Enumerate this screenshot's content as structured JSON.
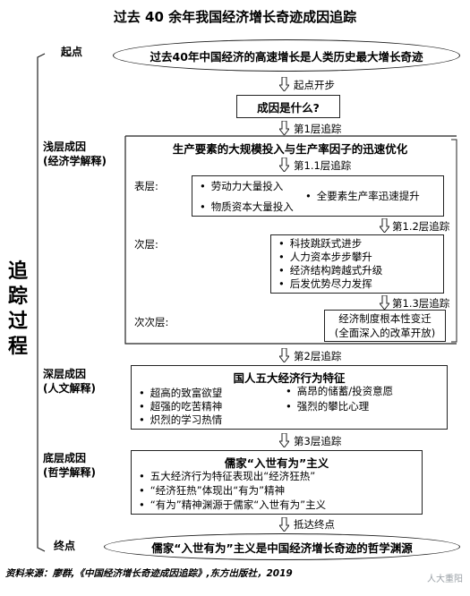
{
  "title": "过去 40 余年我国经济增长奇迹成因追踪",
  "side_label": "追踪过程",
  "rows": {
    "start": "起点",
    "shallow": "浅层成因",
    "shallow_sub": "(经济学解释)",
    "deep": "深层成因",
    "deep_sub": "(人文解释)",
    "bottom": "底层成因",
    "bottom_sub": "(哲学解释)",
    "end": "终点"
  },
  "start_oval": "过去40年中国经济的高速增长是人类历史最大增长奇迹",
  "arrow_labels": {
    "a1": "起点开步",
    "a2": "第1层追踪",
    "a3": "第1.1层追踪",
    "a4": "第1.2层追踪",
    "a5": "第1.3层追踪",
    "a6": "第2层追踪",
    "a7": "第3层追踪",
    "a8": "抵达终点"
  },
  "question_box": "成因是什么?",
  "shallow_box": {
    "header": "生产要素的大规模投入与生产率因子的迅速优化",
    "level1_label": "表层:",
    "level1_items": [
      "劳动力大量投入",
      "全要素生产率迅速提升",
      "物质资本大量投入"
    ],
    "level2_label": "次层:",
    "level2_items": [
      "科技跳跃式进步",
      "人力资本步步攀升",
      "经济结构跨越式升级",
      "后发优势尽力发挥"
    ],
    "level3_label": "次次层:",
    "level3_items": [
      "经济制度根本性变迁",
      "(全面深入的改革开放)"
    ]
  },
  "deep_box": {
    "header": "国人五大经济行为特征",
    "items_left": [
      "超高的致富欲望",
      "超强的吃苦精神",
      "炽烈的学习热情"
    ],
    "items_right": [
      "高昂的储蓄/投资意愿",
      "强烈的攀比心理"
    ]
  },
  "bottom_box": {
    "header": "儒家“入世有为”主义",
    "items": [
      "五大经济行为特征表现出“经济狂热”",
      "“经济狂热”体现出“有为”精神",
      "“有为”精神渊源于儒家“入世有为”主义"
    ]
  },
  "end_oval": "儒家“入世有为”主义是中国经济增长奇迹的哲学渊源",
  "footer": "资料来源：廖群,《中国经济增长奇迹成因追踪》,东方出版社，2019",
  "watermark": "人大重阳"
}
